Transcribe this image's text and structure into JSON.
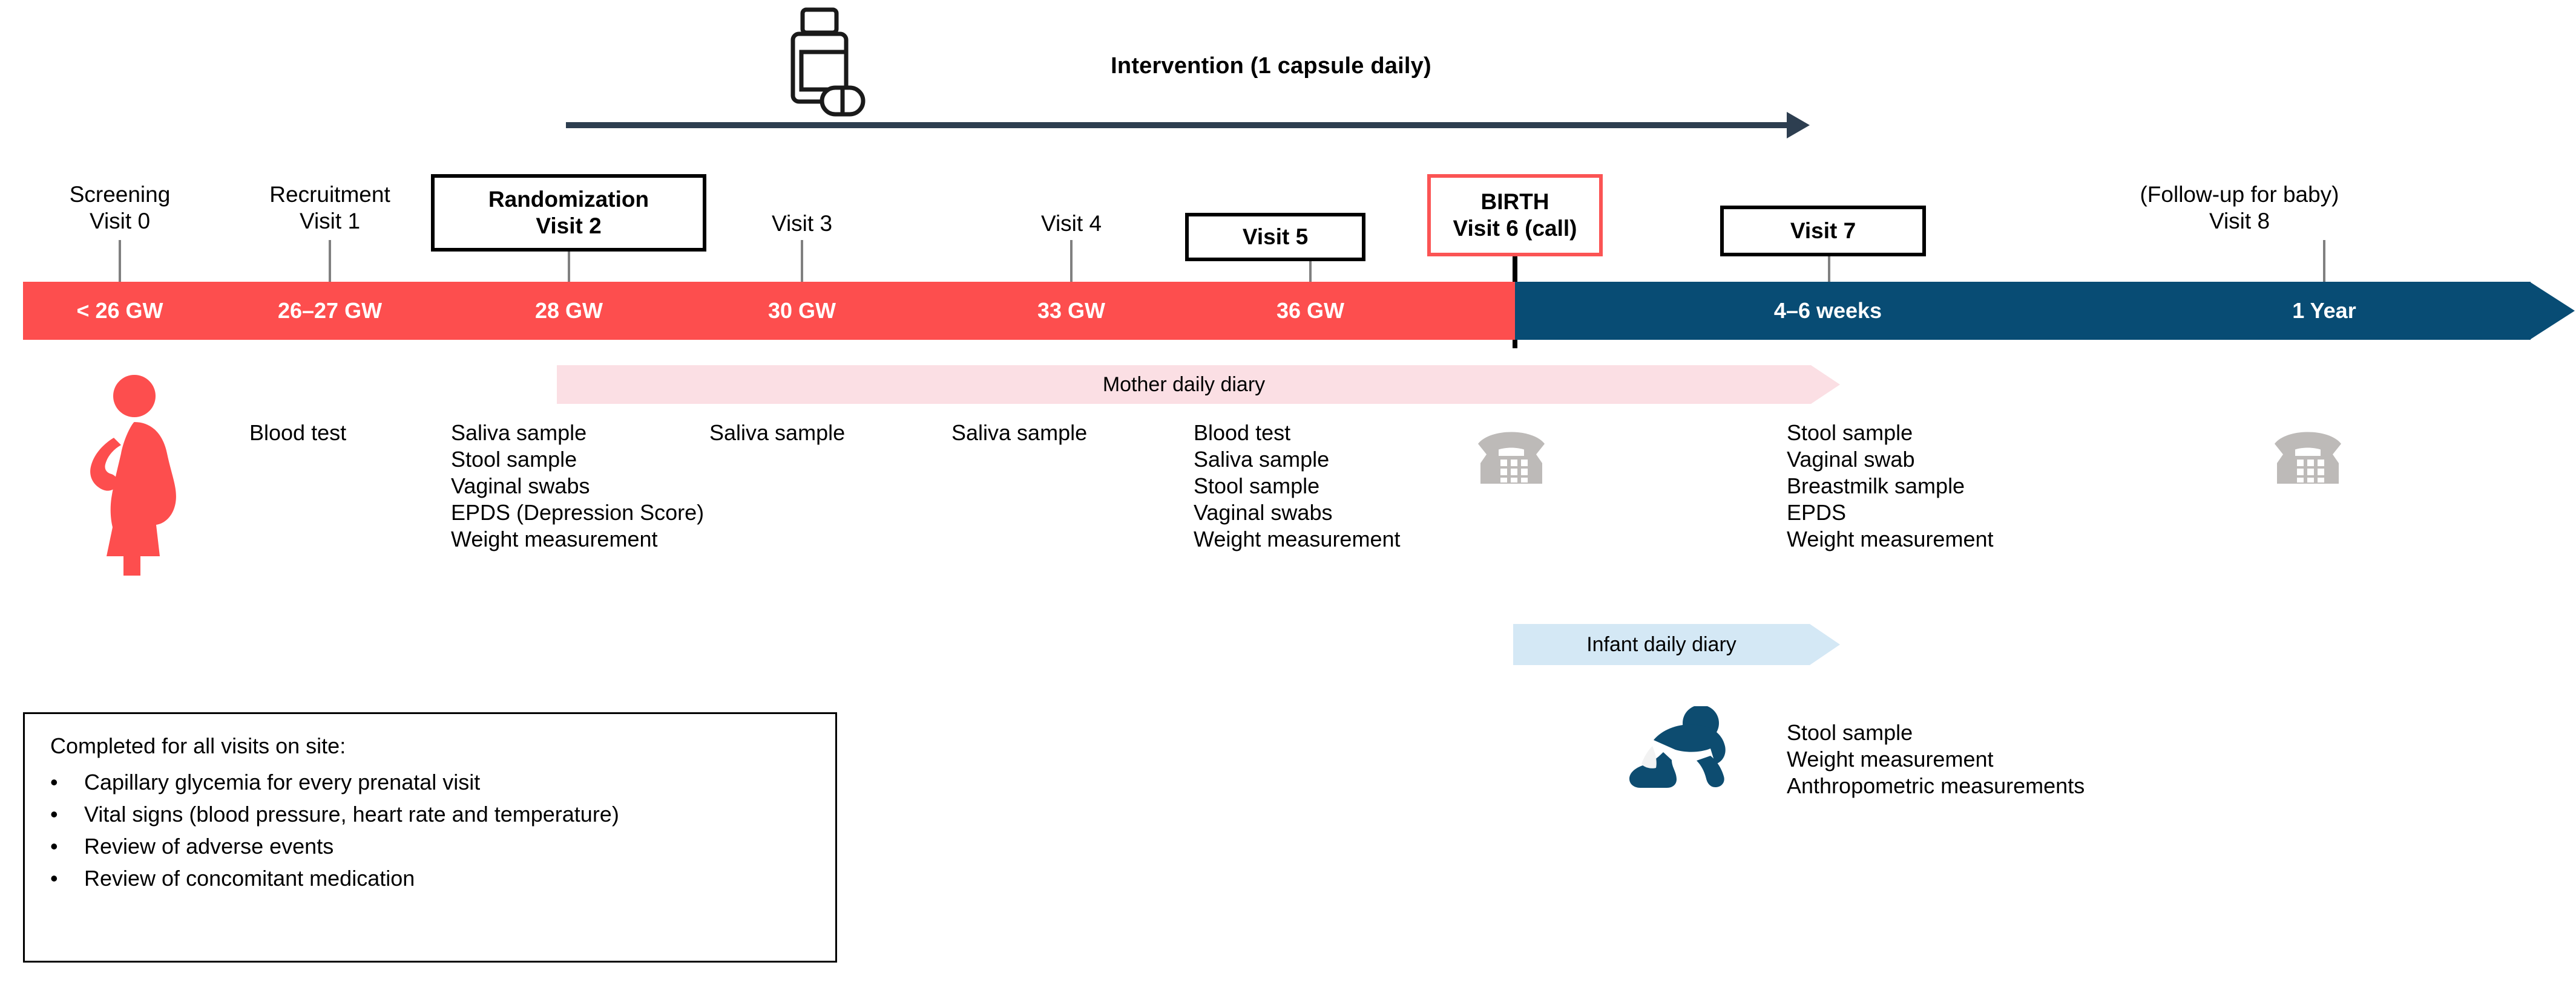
{
  "intervention": {
    "title": "Intervention (1 capsule daily)",
    "icon": "pill-bottle-icon"
  },
  "timeline": {
    "prenatal_color": "#fd4e4e",
    "postnatal_color": "#084c74",
    "segments": [
      {
        "label": "< 26 GW",
        "phase": "prenatal"
      },
      {
        "label": "26–27 GW",
        "phase": "prenatal"
      },
      {
        "label": "28 GW",
        "phase": "prenatal"
      },
      {
        "label": "30 GW",
        "phase": "prenatal"
      },
      {
        "label": "33 GW",
        "phase": "prenatal"
      },
      {
        "label": "36 GW",
        "phase": "prenatal"
      },
      {
        "label": "4–6 weeks",
        "phase": "postnatal"
      },
      {
        "label": "1 Year",
        "phase": "postnatal"
      }
    ]
  },
  "visits": [
    {
      "line1": "Screening",
      "line2": "Visit 0",
      "boxed": false,
      "box_color": ""
    },
    {
      "line1": "Recruitment",
      "line2": "Visit 1",
      "boxed": false,
      "box_color": ""
    },
    {
      "line1": "Randomization",
      "line2": "Visit 2",
      "boxed": true,
      "box_color": "#000000"
    },
    {
      "line1": "",
      "line2": "Visit 3",
      "boxed": false,
      "box_color": ""
    },
    {
      "line1": "",
      "line2": "Visit 4",
      "boxed": false,
      "box_color": ""
    },
    {
      "line1": "",
      "line2": "Visit 5",
      "boxed": true,
      "box_color": "#000000"
    },
    {
      "line1": "BIRTH",
      "line2": "Visit 6 (call)",
      "boxed": true,
      "box_color": "#fb5454"
    },
    {
      "line1": "",
      "line2": "Visit 7",
      "boxed": true,
      "box_color": "#000000"
    },
    {
      "line1": "(Follow-up for baby)",
      "line2": "Visit 8",
      "boxed": false,
      "box_color": ""
    }
  ],
  "diaries": {
    "mother": {
      "label": "Mother daily diary",
      "color": "#fbdfe4"
    },
    "infant": {
      "label": "Infant daily diary",
      "color": "#d4e8f5"
    }
  },
  "procedures": {
    "visit1": [
      "Blood test"
    ],
    "visit2": [
      "Saliva sample",
      "Stool sample",
      "Vaginal swabs",
      "EPDS (Depression Score)",
      "Weight measurement"
    ],
    "visit3": [
      "Saliva sample"
    ],
    "visit4": [
      "Saliva sample"
    ],
    "visit5": [
      "Blood test",
      "Saliva sample",
      "Stool sample",
      "Vaginal swabs",
      "Weight measurement"
    ],
    "visit7": [
      "Stool sample",
      "Vaginal swab",
      "Breastmilk sample",
      "EPDS",
      "Weight measurement"
    ],
    "infant": [
      "Stool sample",
      "Weight measurement",
      "Anthropometric measurements"
    ]
  },
  "icons": {
    "mother": "pregnant-woman-icon",
    "baby": "crawling-baby-icon",
    "phone_birth": "telephone-icon",
    "phone_visit8": "telephone-icon"
  },
  "footer": {
    "title": "Completed for all visits on site:",
    "bullet_char": "•",
    "items": [
      "Capillary glycemia for every prenatal visit",
      "Vital signs (blood pressure, heart rate and temperature)",
      "Review of adverse events",
      "Review of concomitant medication"
    ]
  }
}
